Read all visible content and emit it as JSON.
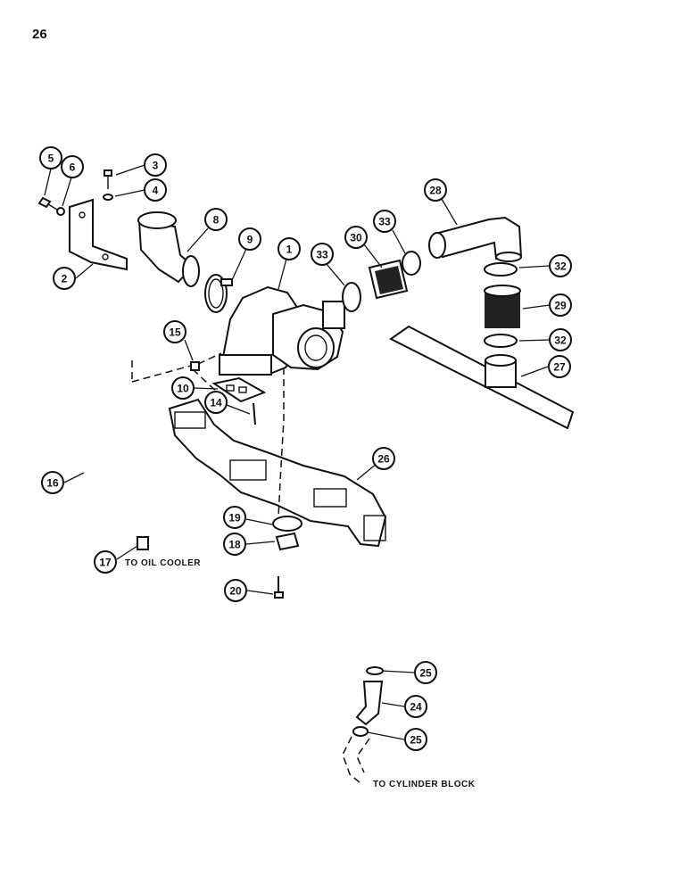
{
  "page": {
    "number": "26"
  },
  "callouts": [
    {
      "id": "c1",
      "label": "1"
    },
    {
      "id": "c2",
      "label": "2"
    },
    {
      "id": "c3",
      "label": "3"
    },
    {
      "id": "c4",
      "label": "4"
    },
    {
      "id": "c5",
      "label": "5"
    },
    {
      "id": "c6",
      "label": "6"
    },
    {
      "id": "c8",
      "label": "8"
    },
    {
      "id": "c9",
      "label": "9"
    },
    {
      "id": "c10",
      "label": "10"
    },
    {
      "id": "c14",
      "label": "14"
    },
    {
      "id": "c15",
      "label": "15"
    },
    {
      "id": "c16",
      "label": "16"
    },
    {
      "id": "c17",
      "label": "17"
    },
    {
      "id": "c18",
      "label": "18"
    },
    {
      "id": "c19",
      "label": "19"
    },
    {
      "id": "c20",
      "label": "20"
    },
    {
      "id": "c24",
      "label": "24"
    },
    {
      "id": "c25a",
      "label": "25"
    },
    {
      "id": "c25b",
      "label": "25"
    },
    {
      "id": "c26",
      "label": "26"
    },
    {
      "id": "c27",
      "label": "27"
    },
    {
      "id": "c28",
      "label": "28"
    },
    {
      "id": "c29",
      "label": "29"
    },
    {
      "id": "c30",
      "label": "30"
    },
    {
      "id": "c32a",
      "label": "32"
    },
    {
      "id": "c32b",
      "label": "32"
    },
    {
      "id": "c33a",
      "label": "33"
    },
    {
      "id": "c33b",
      "label": "33"
    }
  ],
  "notes": {
    "oil_cooler": "TO OIL COOLER",
    "cylinder_block": "TO CYLINDER BLOCK"
  }
}
